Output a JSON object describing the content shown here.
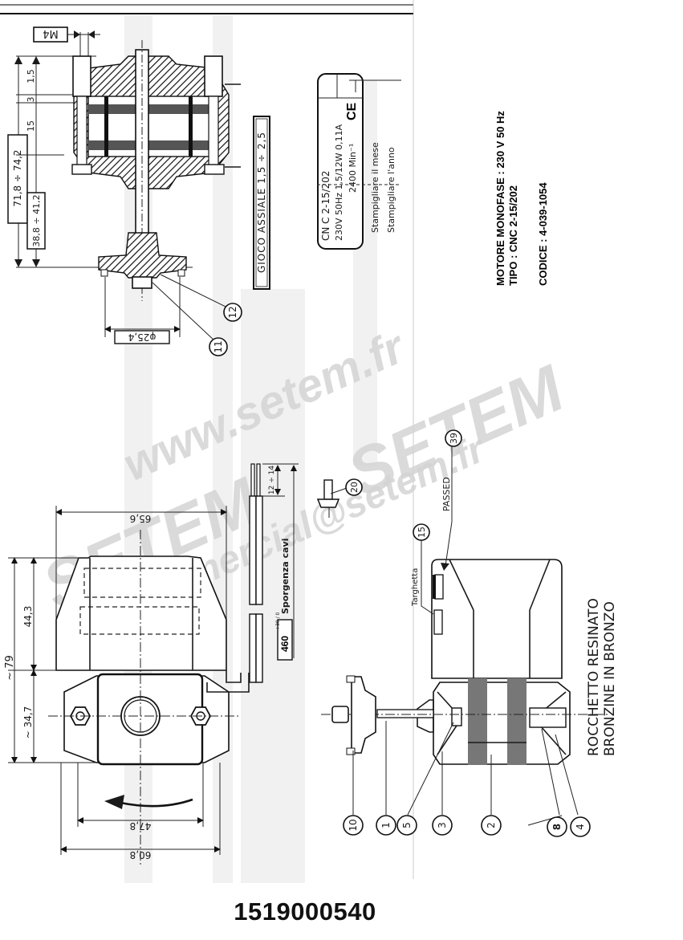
{
  "title_block": {
    "line1": "MOTORE MONOFASE : 230 V   50 Hz",
    "line2": "TIPO : CNC 2-15/202",
    "line3": "CODICE : 4-039-1054"
  },
  "nameplate": {
    "row1": "CN C 2-15/202",
    "row2": "230V 50Hz  1,5/12W  0,11A",
    "row3": "2400 Min⁻¹",
    "ce_mark": "CE",
    "note_month": "Stampigliare il mese",
    "note_year": "Stampigliare l'anno"
  },
  "axial_play_label": "GIOCO ASSIALE 1,5 ÷ 2,5",
  "dimensions": {
    "thread": "M4",
    "overall_length": "71,8 ÷ 74,2",
    "shaft_length": "38,8 ÷ 41,2",
    "d_1_5": "1,5",
    "d_3": "3",
    "d_15": "15",
    "hub_diameter": "φ25,4",
    "width_65_6": "65,6",
    "height_79": "~ 79",
    "height_44_3": "44,3",
    "height_34_7": "~ 34,7",
    "width_47_8": "47,8",
    "width_60_8": "60,8",
    "wire_strip": "12 ÷ 14",
    "cable_length_value": "460",
    "cable_length_tol": "+30 / 0",
    "cable_length_label": "Sporgenza cavi"
  },
  "callouts": {
    "targhetta": "Targhetta",
    "passed": "PASSED",
    "bobbin_line1": "ROCCHETTO   RESINATO",
    "bobbin_line2": "BRONZINE  IN  BRONZO"
  },
  "balloons": [
    "11",
    "12",
    "20",
    "15",
    "39",
    "10",
    "1",
    "5",
    "3",
    "2",
    "8",
    "4"
  ],
  "watermark": {
    "line1": "www.setem.fr",
    "line2": "SETEM",
    "line3": "commercial@setem.fr"
  },
  "part_number": "1519000540"
}
